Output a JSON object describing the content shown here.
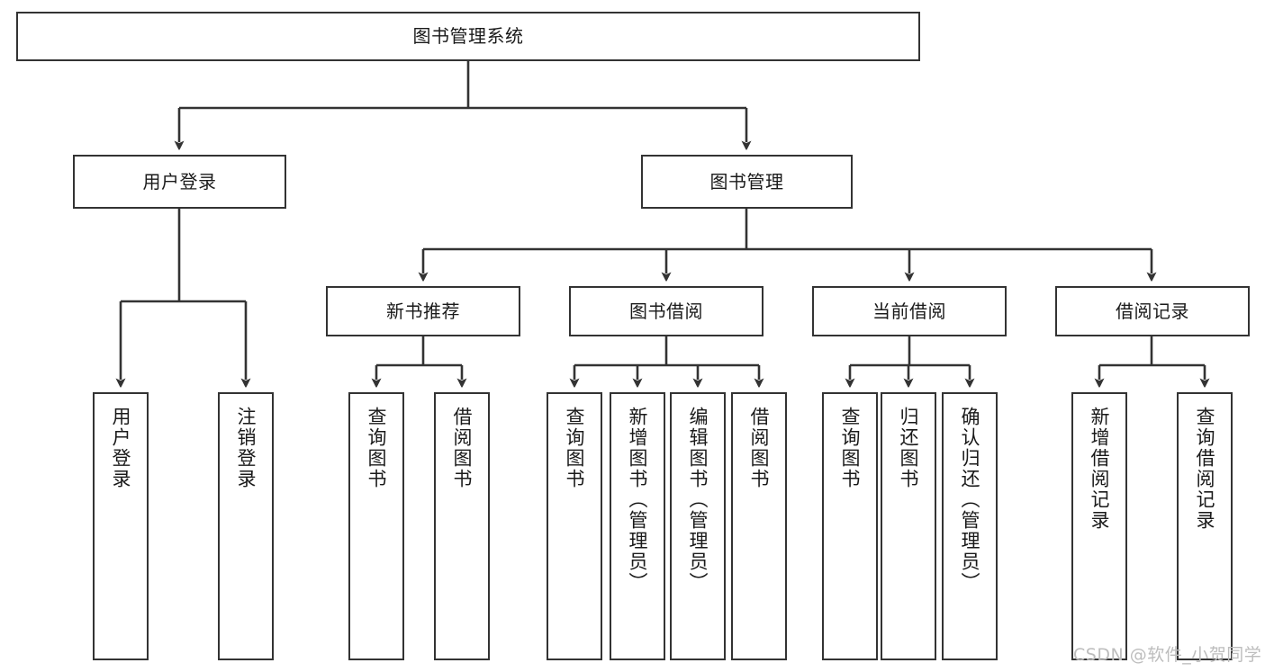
{
  "diagram": {
    "type": "tree",
    "title": "图书管理系统",
    "watermark": "CSDN @软件_小贺同学",
    "colors": {
      "box_border": "#333333",
      "box_fill": "#ffffff",
      "edge": "#333333",
      "text": "#1a1a1a",
      "watermark": "#bdbdbd",
      "background": "#ffffff"
    },
    "nodes": {
      "root": {
        "label": "图书管理系统",
        "level": 1,
        "orientation": "horizontal"
      },
      "user_login": {
        "label": "用户登录",
        "level": 2,
        "orientation": "horizontal"
      },
      "book_manage": {
        "label": "图书管理",
        "level": 2,
        "orientation": "horizontal"
      },
      "new_book_rec": {
        "label": "新书推荐",
        "level": 3,
        "orientation": "horizontal"
      },
      "book_borrow": {
        "label": "图书借阅",
        "level": 3,
        "orientation": "horizontal"
      },
      "current_borrow": {
        "label": "当前借阅",
        "level": 3,
        "orientation": "horizontal"
      },
      "borrow_record": {
        "label": "借阅记录",
        "level": 3,
        "orientation": "horizontal"
      },
      "leaf_user_login": {
        "label": "用户登录",
        "level": 4,
        "orientation": "vertical"
      },
      "leaf_logout": {
        "label": "注销登录",
        "level": 4,
        "orientation": "vertical"
      },
      "leaf_query_book_1": {
        "label": "查询图书",
        "level": 4,
        "orientation": "vertical"
      },
      "leaf_borrow_book_1": {
        "label": "借阅图书",
        "level": 4,
        "orientation": "vertical"
      },
      "leaf_query_book_2": {
        "label": "查询图书",
        "level": 4,
        "orientation": "vertical"
      },
      "leaf_add_book": {
        "label": "新增图书（管理员）",
        "level": 4,
        "orientation": "vertical"
      },
      "leaf_edit_book": {
        "label": "编辑图书（管理员）",
        "level": 4,
        "orientation": "vertical"
      },
      "leaf_borrow_book_2": {
        "label": "借阅图书",
        "level": 4,
        "orientation": "vertical"
      },
      "leaf_query_book_3": {
        "label": "查询图书",
        "level": 4,
        "orientation": "vertical"
      },
      "leaf_return_book": {
        "label": "归还图书",
        "level": 4,
        "orientation": "vertical"
      },
      "leaf_confirm_return": {
        "label": "确认归还（管理员）",
        "level": 4,
        "orientation": "vertical"
      },
      "leaf_add_record": {
        "label": "新增借阅记录",
        "level": 4,
        "orientation": "vertical"
      },
      "leaf_query_record": {
        "label": "查询借阅记录",
        "level": 4,
        "orientation": "vertical"
      }
    },
    "edges": [
      {
        "from": "root",
        "to": "user_login"
      },
      {
        "from": "root",
        "to": "book_manage"
      },
      {
        "from": "user_login",
        "to": "leaf_user_login"
      },
      {
        "from": "user_login",
        "to": "leaf_logout"
      },
      {
        "from": "book_manage",
        "to": "new_book_rec"
      },
      {
        "from": "book_manage",
        "to": "book_borrow"
      },
      {
        "from": "book_manage",
        "to": "current_borrow"
      },
      {
        "from": "book_manage",
        "to": "borrow_record"
      },
      {
        "from": "new_book_rec",
        "to": "leaf_query_book_1"
      },
      {
        "from": "new_book_rec",
        "to": "leaf_borrow_book_1"
      },
      {
        "from": "book_borrow",
        "to": "leaf_query_book_2"
      },
      {
        "from": "book_borrow",
        "to": "leaf_add_book"
      },
      {
        "from": "book_borrow",
        "to": "leaf_edit_book"
      },
      {
        "from": "book_borrow",
        "to": "leaf_borrow_book_2"
      },
      {
        "from": "current_borrow",
        "to": "leaf_query_book_3"
      },
      {
        "from": "current_borrow",
        "to": "leaf_return_book"
      },
      {
        "from": "current_borrow",
        "to": "leaf_confirm_return"
      },
      {
        "from": "borrow_record",
        "to": "leaf_add_record"
      },
      {
        "from": "borrow_record",
        "to": "leaf_query_record"
      }
    ]
  }
}
